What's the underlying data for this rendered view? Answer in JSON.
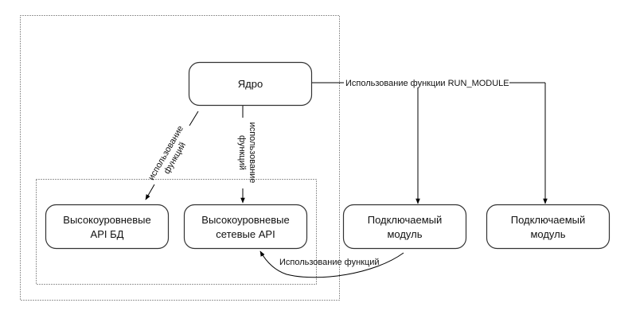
{
  "diagram": {
    "groups": [
      {
        "id": "outer-group",
        "style": "dotted"
      },
      {
        "id": "api-group",
        "style": "dotted"
      }
    ],
    "nodes": {
      "core": {
        "lines": [
          "Ядро"
        ]
      },
      "db_api": {
        "lines": [
          "Высокоуровневые",
          "API БД"
        ]
      },
      "net_api": {
        "lines": [
          "Высокоуровневые",
          "сетевые API"
        ]
      },
      "module1": {
        "lines": [
          "Подключаемый",
          "модуль"
        ]
      },
      "module2": {
        "lines": [
          "Подключаемый",
          "модуль"
        ]
      }
    },
    "edges": {
      "core_to_modules": {
        "label": "Использование функции RUN_MODULE",
        "from": "core",
        "to": [
          "module1",
          "module2"
        ]
      },
      "core_to_db": {
        "label_lines": [
          "использование",
          "функций"
        ],
        "from": "core",
        "to": "db_api"
      },
      "core_to_net": {
        "label_lines": [
          "использование",
          "функций"
        ],
        "from": "core",
        "to": "net_api"
      },
      "module_to_net": {
        "label": "Использование функций",
        "from": "module1",
        "to": "net_api"
      }
    },
    "colors": {
      "stroke": "#000000",
      "box_border": "#333333",
      "group_border": "#333333",
      "background": "#ffffff"
    }
  }
}
